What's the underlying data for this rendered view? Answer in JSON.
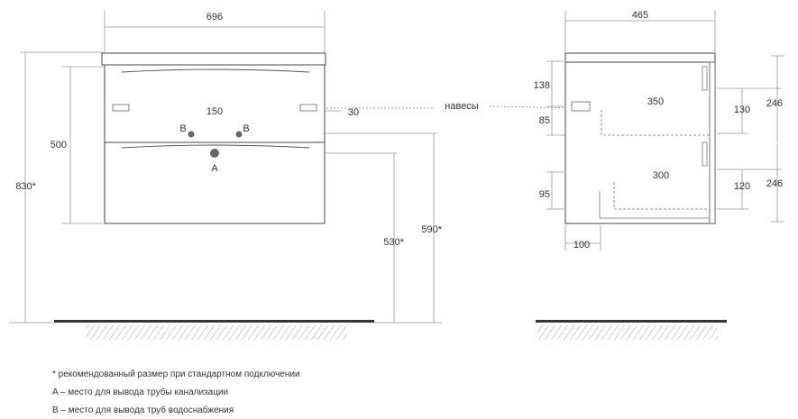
{
  "front_view": {
    "width": "696",
    "height_total": "830*",
    "drawer_height": "500",
    "pipe_spacing": "150",
    "hinge_offset": "30",
    "drain_height": "530*",
    "supply_height": "590*",
    "drain_label": "A",
    "supply_label_left": "B",
    "supply_label_right": "B"
  },
  "callout": {
    "hinges": "навесы"
  },
  "side_view": {
    "depth": "465",
    "top_offset": "138",
    "hinge_gap": "85",
    "drawer_top_depth": "350",
    "drawer_top_height": "130",
    "upper_section": "246",
    "drawer_bottom_depth": "300",
    "drawer_bottom_height": "120",
    "lower_section": "246",
    "bottom_gap": "95",
    "back_offset": "100"
  },
  "notes": [
    "* рекомендованный размер при стандартном подключении",
    "A – место для вывода трубы канализации",
    "B – место для вывода труб водоснабжения"
  ]
}
